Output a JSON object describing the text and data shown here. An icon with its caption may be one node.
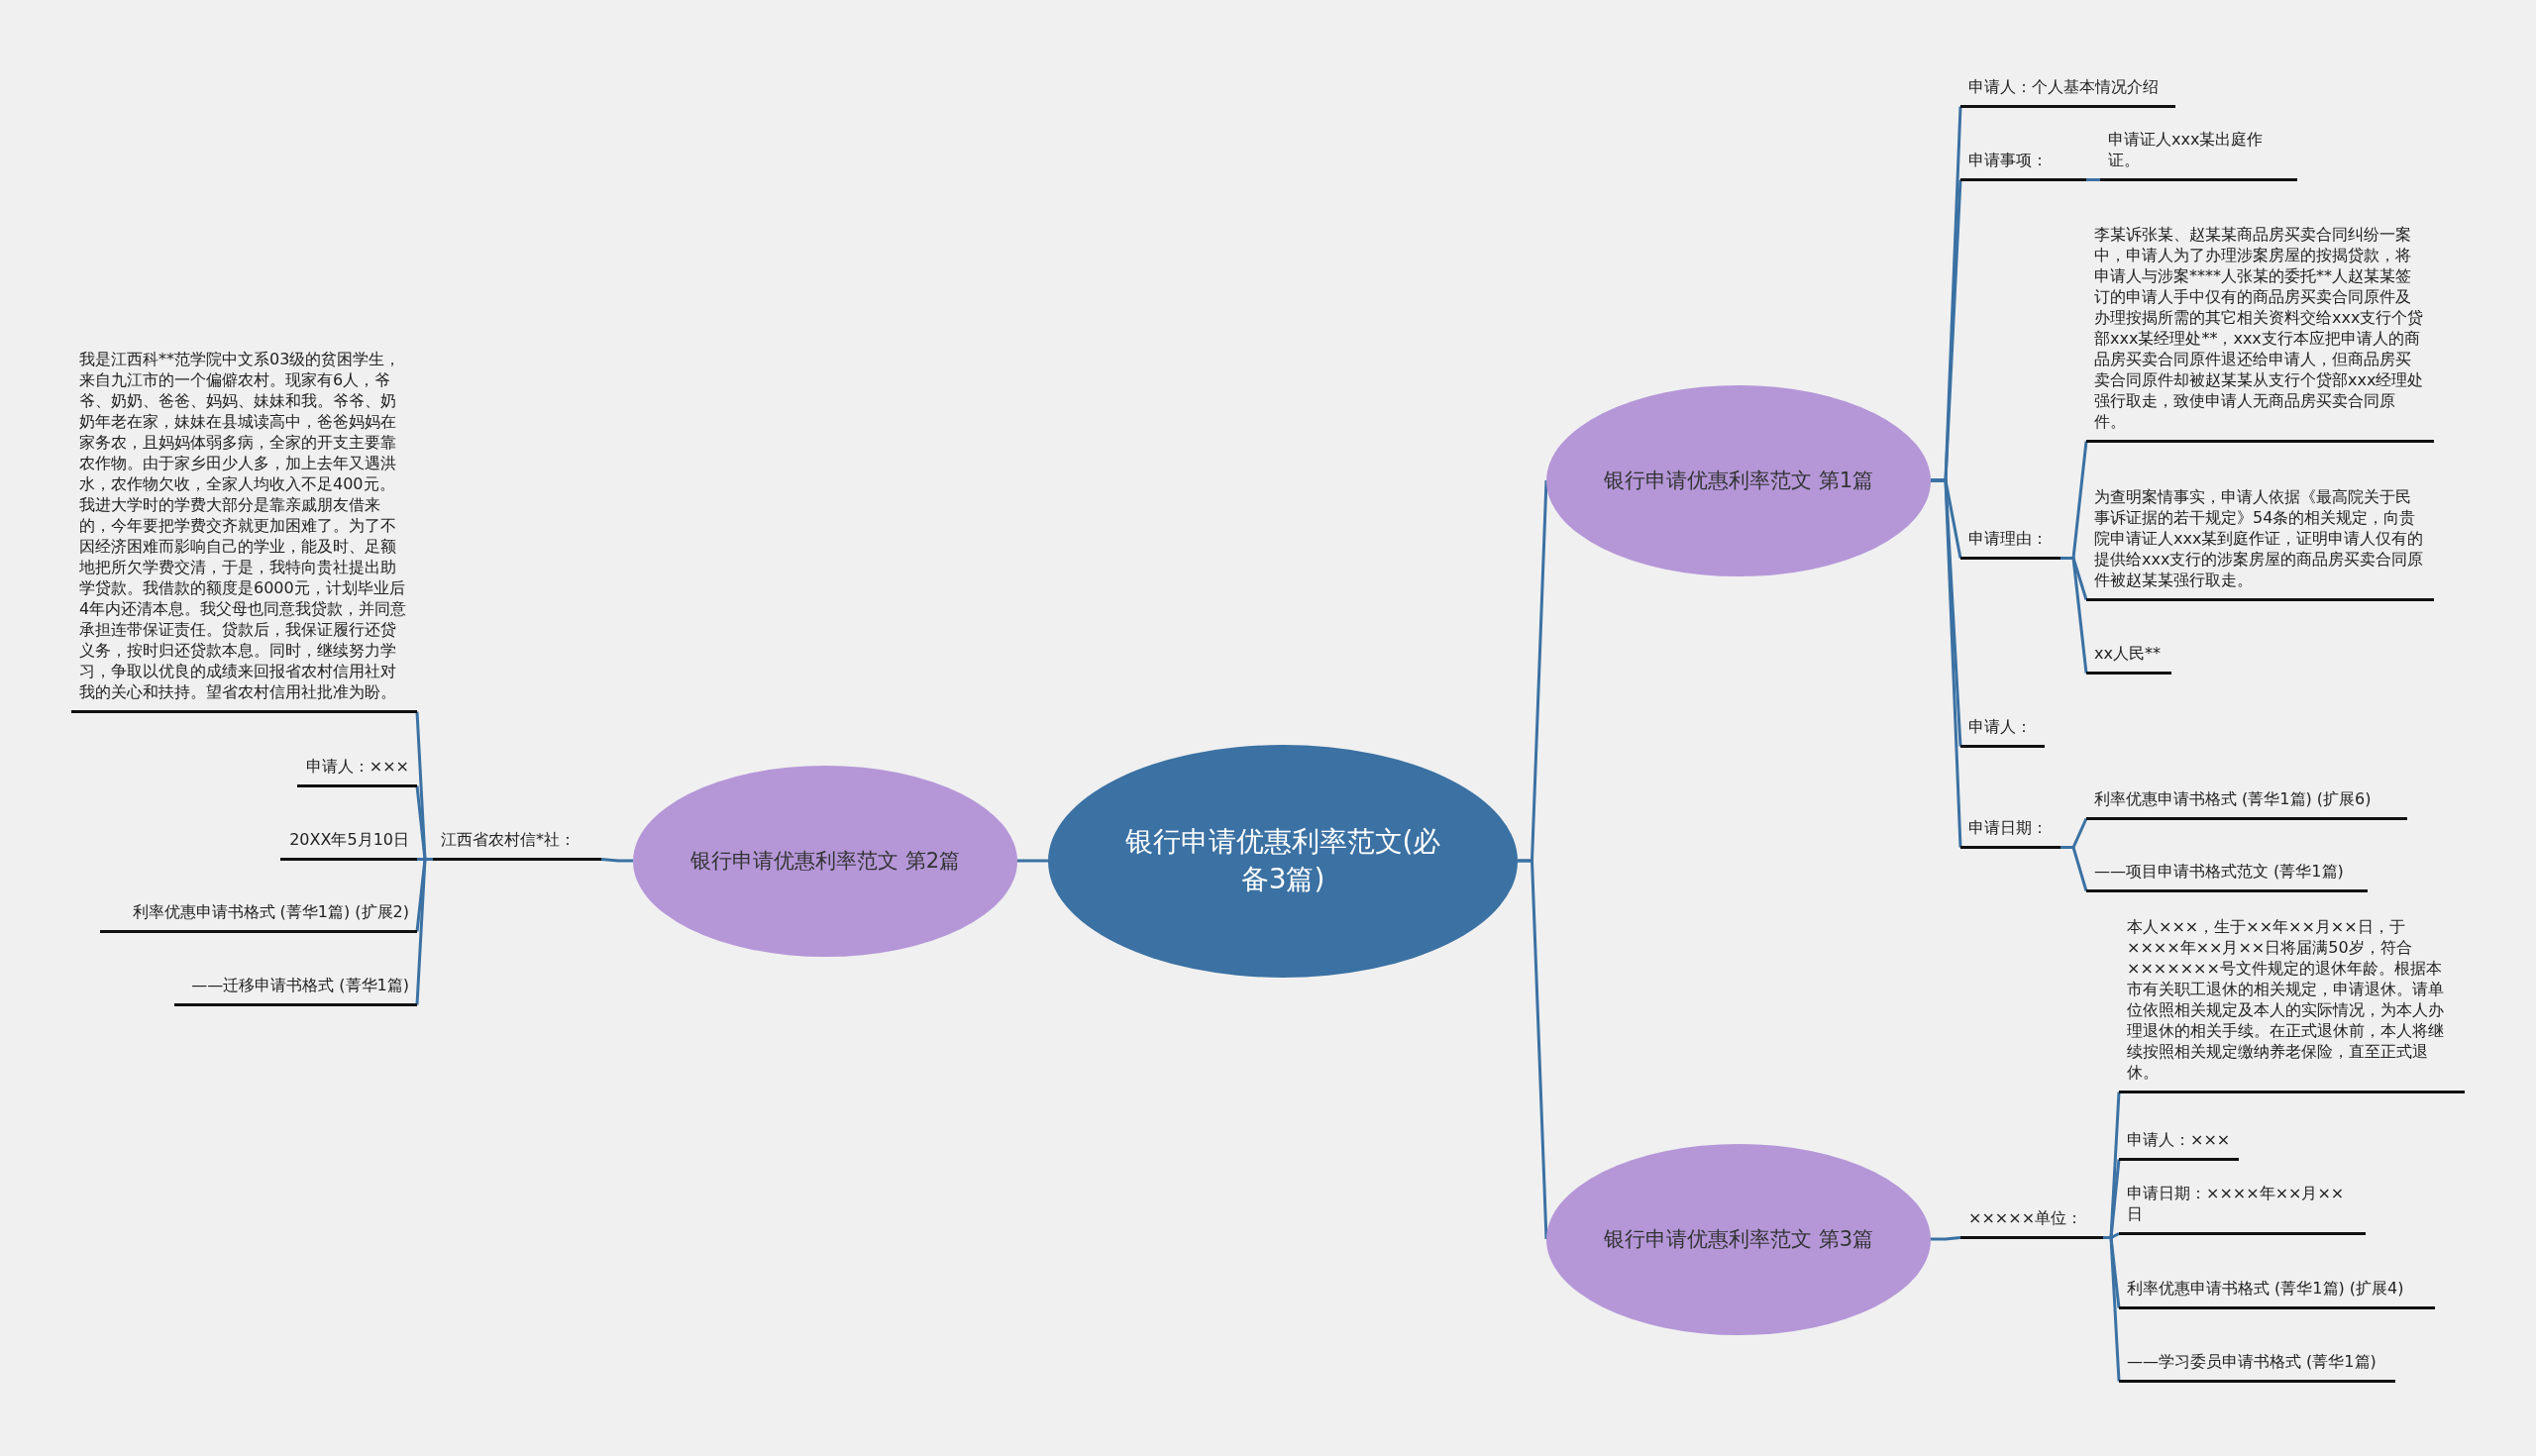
{
  "diagram": {
    "nodes": [
      {
        "text": [
          "银行申请优惠利率范文(必备3篇)"
        ]
      },
      {
        "text": [
          "银行申请优惠利率范文 第1篇"
        ]
      },
      {
        "text": [
          "申请人：个人基本情况介绍"
        ]
      },
      {
        "text": [
          "申请事项："
        ]
      },
      {
        "text": [
          "申请证人xxx某出庭作证。"
        ]
      },
      {
        "text": [
          "申请理由："
        ]
      },
      {
        "text": [
          "李某诉张某、赵某某商品房买卖合同纠纷一案中，申请人为了办理涉案房屋的按揭贷款，将申请人与涉案****人张某的委托**人赵某某签订的申请人手中仅有的商品房买卖合同原件及办理按揭所需的其它相关资料交给xxx支行个贷部xxx某经理处**，xxx支行本应把申请人的商品房买卖合同原件退还给申请人，但商品房买卖合同原件却被赵某某从支行个贷部xxx经理处强行取走，致使申请人无商品房买卖合同原件。"
        ]
      },
      {
        "text": [
          "为查明案情事实，申请人依据《最高院关于民事诉证据的若干规定》54条的相关规定，向贵院申请证人xxx某到庭作证，证明申请人仅有的提供给xxx支行的涉案房屋的商品房买卖合同原件被赵某某强行取走。"
        ]
      },
      {
        "text": [
          "xx人民**"
        ]
      },
      {
        "text": [
          "申请人："
        ]
      },
      {
        "text": [
          "申请日期："
        ]
      },
      {
        "text": [
          "利率优惠申请书格式 (菁华1篇) (扩展6)"
        ]
      },
      {
        "text": [
          "——项目申请书格式范文 (菁华1篇)"
        ]
      },
      {
        "text": [
          "银行申请优惠利率范文 第2篇"
        ]
      },
      {
        "text": [
          "江西省农村信*社："
        ]
      },
      {
        "text": [
          "我是江西科**范学院中文系03级的贫困学生，来自九江市的一个偏僻农村。现家有6人，爷爷、奶奶、爸爸、妈妈、妹妹和我。爷爷、奶奶年老在家，妹妹在县城读高中，爸爸妈妈在家务农，且妈妈体弱多病，全家的开支主要靠农作物。由于家乡田少人多，加上去年又遇洪水，农作物欠收，全家人均收入不足400元。我进大学时的学费大部分是靠亲戚朋友借来的，今年要把学费交齐就更加困难了。为了不因经济困难而影响自己的学业，能及时、足额地把所欠学费交清，于是，我特向贵社提出助学贷款。我借款的额度是6000元，计划毕业后4年内还清本息。我父母也同意我贷款，并同意承担连带保证责任。贷款后，我保证履行还贷义务，按时归还贷款本息。同时，继续努力学习，争取以优良的成绩来回报省农村信用社对我的关心和扶持。望省农村信用社批准为盼。"
        ]
      },
      {
        "text": [
          "申请人：×××"
        ]
      },
      {
        "text": [
          "20XX年5月10日"
        ]
      },
      {
        "text": [
          "利率优惠申请书格式 (菁华1篇) (扩展2)"
        ]
      },
      {
        "text": [
          "——迁移申请书格式 (菁华1篇)"
        ]
      },
      {
        "text": [
          "银行申请优惠利率范文 第3篇"
        ]
      },
      {
        "text": [
          "×××××单位："
        ]
      },
      {
        "text": [
          "本人×××，生于××年××月××日，于××××年××月××日将届满50岁，符合×××××××号文件规定的退休年龄。根据本市有关职工退休的相关规定，申请退休。请单位依照相关规定及本人的实际情况，为本人办理退休的相关手续。在正式退休前，本人将继续按照相关规定缴纳养老保险，直至正式退休。"
        ]
      },
      {
        "text": [
          "申请人：×××"
        ]
      },
      {
        "text": [
          "申请日期：××××年××月××日"
        ]
      },
      {
        "text": [
          "利率优惠申请书格式 (菁华1篇) (扩展4)"
        ]
      },
      {
        "text": [
          "——学习委员申请书格式 (菁华1篇)"
        ]
      }
    ],
    "edges": [
      {
        "from": 0,
        "to": 1,
        "arrow": "none"
      },
      {
        "from": 1,
        "to": 2,
        "arrow": "none"
      },
      {
        "from": 1,
        "to": 3,
        "arrow": "none"
      },
      {
        "from": 3,
        "to": 4,
        "arrow": "none"
      },
      {
        "from": 1,
        "to": 5,
        "arrow": "none"
      },
      {
        "from": 5,
        "to": 6,
        "arrow": "none"
      },
      {
        "from": 5,
        "to": 7,
        "arrow": "none"
      },
      {
        "from": 5,
        "to": 8,
        "arrow": "none"
      },
      {
        "from": 1,
        "to": 9,
        "arrow": "none"
      },
      {
        "from": 1,
        "to": 10,
        "arrow": "none"
      },
      {
        "from": 10,
        "to": 11,
        "arrow": "none"
      },
      {
        "from": 10,
        "to": 12,
        "arrow": "none"
      },
      {
        "from": 0,
        "to": 13,
        "arrow": "none"
      },
      {
        "from": 13,
        "to": 14,
        "arrow": "none"
      },
      {
        "from": 14,
        "to": 15,
        "arrow": "none"
      },
      {
        "from": 14,
        "to": 16,
        "arrow": "none"
      },
      {
        "from": 14,
        "to": 17,
        "arrow": "none"
      },
      {
        "from": 14,
        "to": 18,
        "arrow": "none"
      },
      {
        "from": 14,
        "to": 19,
        "arrow": "none"
      },
      {
        "from": 0,
        "to": 20,
        "arrow": "none"
      },
      {
        "from": 20,
        "to": 21,
        "arrow": "none"
      },
      {
        "from": 21,
        "to": 22,
        "arrow": "none"
      },
      {
        "from": 21,
        "to": 23,
        "arrow": "none"
      },
      {
        "from": 21,
        "to": 24,
        "arrow": "none"
      },
      {
        "from": 21,
        "to": 25,
        "arrow": "none"
      },
      {
        "from": 21,
        "to": 26,
        "arrow": "none"
      }
    ]
  }
}
